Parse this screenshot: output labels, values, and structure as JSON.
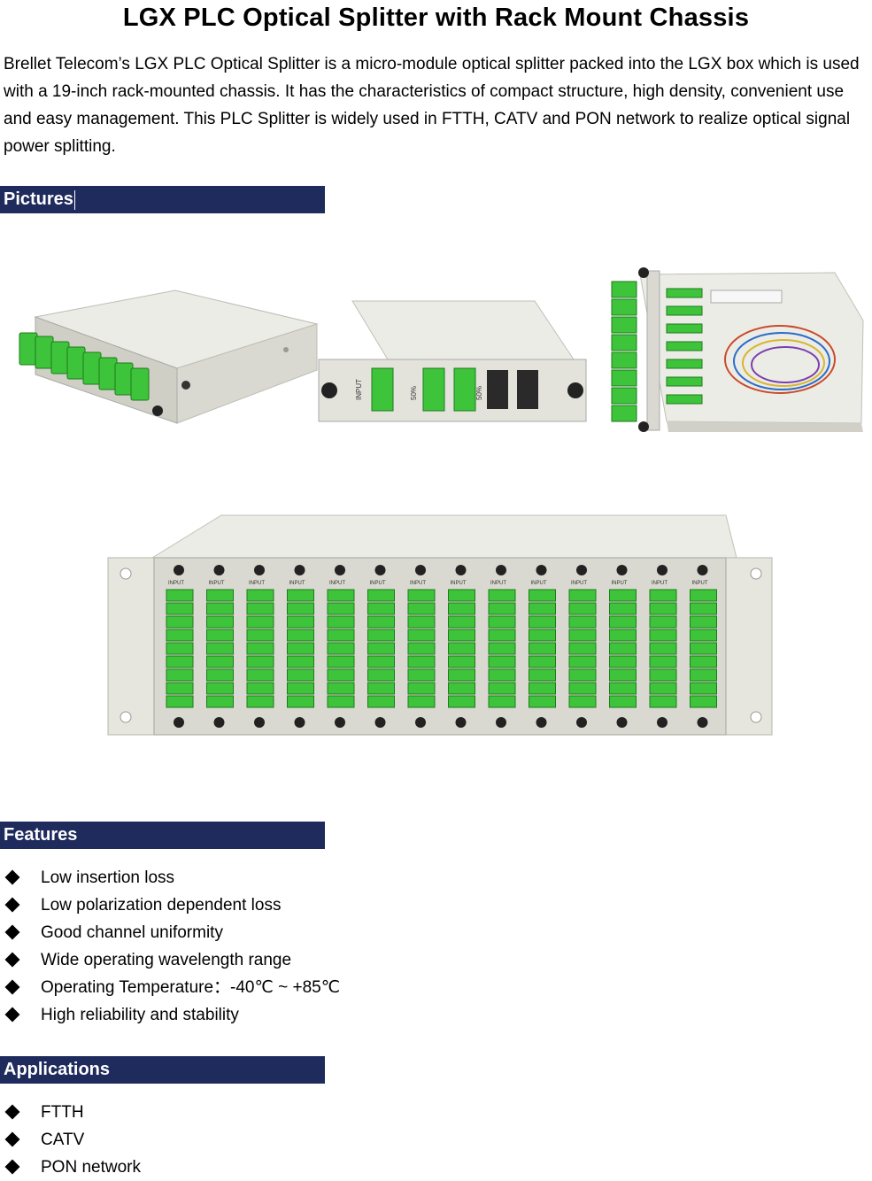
{
  "document": {
    "title": "LGX PLC Optical Splitter with Rack Mount Chassis",
    "intro": "Brellet Telecom’s LGX PLC Optical Splitter is a micro-module optical splitter packed into the LGX box which is used with a 19-inch rack-mounted chassis. It has the characteristics of compact structure, high density, convenient use and easy management. This PLC Splitter is widely used in FTTH, CATV and PON network to realize optical signal power splitting."
  },
  "pictures": {
    "heading": "Pictures",
    "module_front": {
      "left_label": "INPUT",
      "label_a": "50%",
      "label_b": "50%"
    },
    "chassis_slot_label": "INPUT"
  },
  "features": {
    "heading": "Features",
    "items": [
      "Low insertion loss",
      "Low polarization dependent loss",
      "Good channel uniformity",
      "Wide operating wavelength range",
      "Operating Temperature：-40℃ ~ +85℃",
      "High reliability and stability"
    ]
  },
  "applications": {
    "heading": "Applications",
    "items": [
      "FTTH",
      "CATV",
      "PON network"
    ]
  },
  "colors": {
    "heading_bar": "#1f2b5c",
    "adapter_green": "#3ec43a",
    "module_grey": "#e3e3dc"
  }
}
